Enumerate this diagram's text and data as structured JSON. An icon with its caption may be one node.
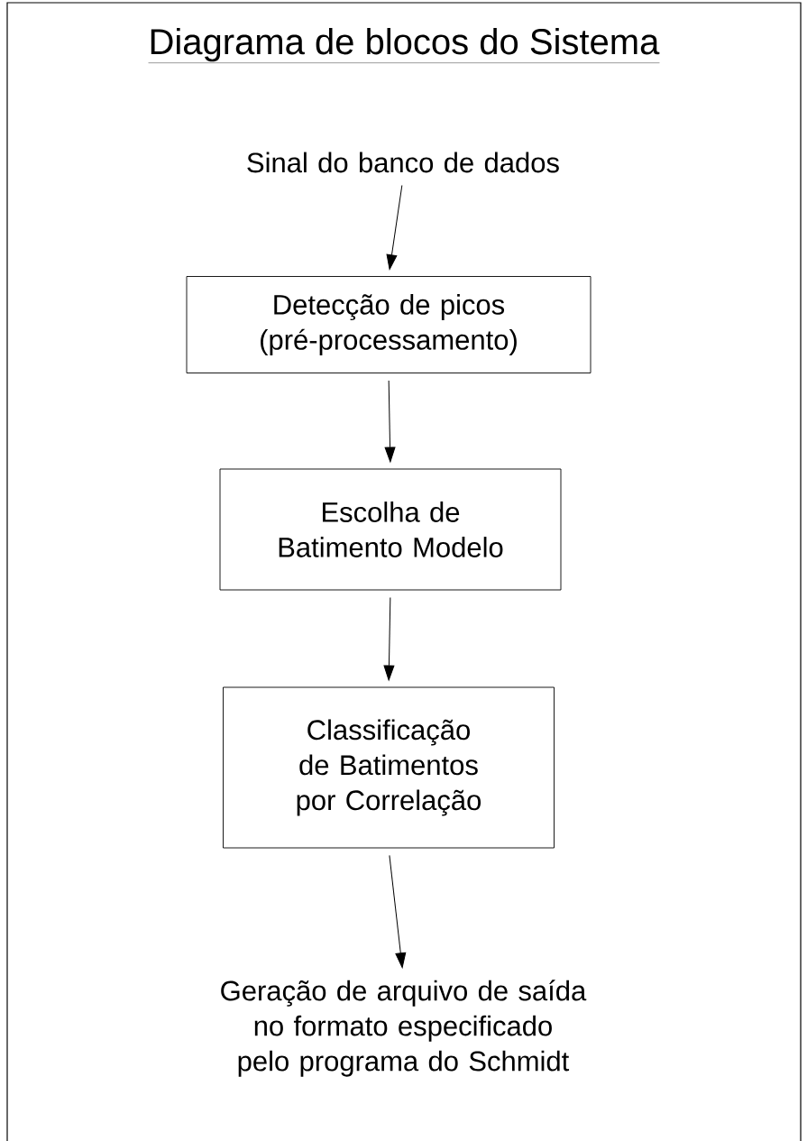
{
  "diagram": {
    "title": "Diagrama de blocos do Sistema",
    "nodes": [
      {
        "text": [
          "Sinal do banco de dados"
        ]
      },
      {
        "text": [
          "Detecção de picos (pré-processamento)"
        ]
      },
      {
        "text": [
          "Escolha de Batimento Modelo"
        ]
      },
      {
        "text": [
          "Classificação de Batimentos por Correlação"
        ]
      },
      {
        "text": [
          "Geração de arquivo de saída no formato especificado pelo programa do Schmidt"
        ]
      }
    ],
    "edges": [
      {
        "from": 0,
        "to": 1,
        "arrow": "to"
      },
      {
        "from": 1,
        "to": 2,
        "arrow": "to"
      },
      {
        "from": 2,
        "to": 3,
        "arrow": "to"
      },
      {
        "from": 3,
        "to": 4,
        "arrow": "to"
      }
    ]
  }
}
